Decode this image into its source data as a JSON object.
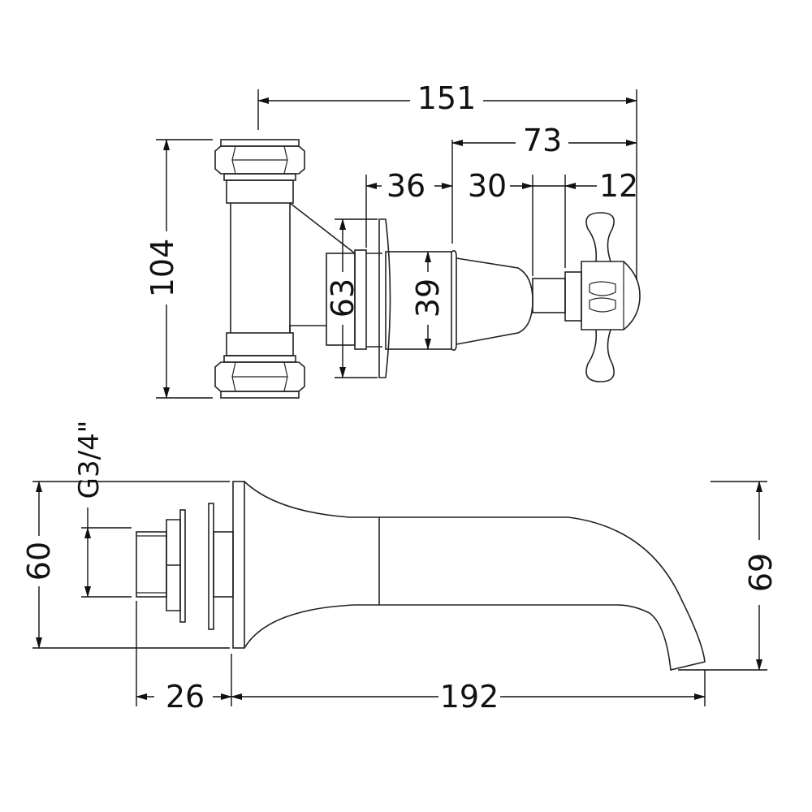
{
  "drawing": {
    "top_view": {
      "overall_width": "151",
      "valve_projection": "73",
      "backplate_depth": "36",
      "spindle_length": "30",
      "handle_depth": "12",
      "overall_height": "104",
      "rosette_diameter": "63",
      "body_diameter": "39"
    },
    "spout_view": {
      "thread_size": "G3/4\"",
      "backplate_height": "60",
      "spout_height": "69",
      "fitting_depth": "26",
      "spout_projection": "192"
    }
  }
}
